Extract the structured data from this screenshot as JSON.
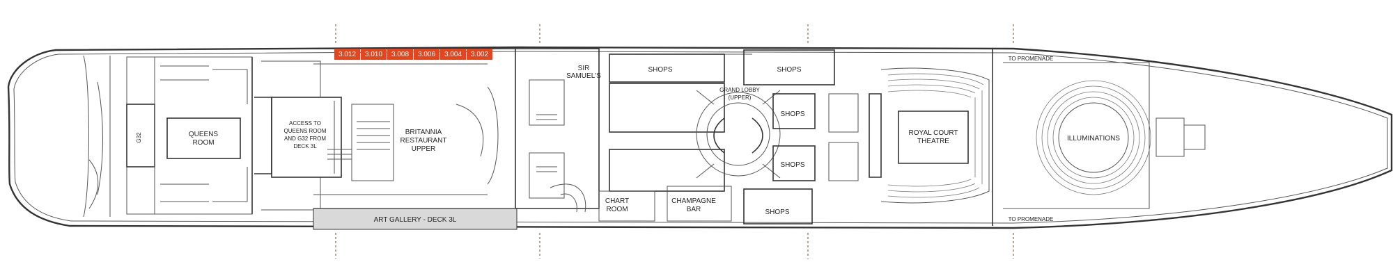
{
  "colors": {
    "cabin": "#e3451f",
    "gallery": "#d9d9d9",
    "outline": "#333333",
    "tick": "#8a6a48"
  },
  "cabins": [
    "3.012",
    "3.010",
    "3.008",
    "3.006",
    "3.004",
    "3.002"
  ],
  "labels": {
    "queens_room": [
      "QUEENS",
      "ROOM"
    ],
    "g32": "G32",
    "access": [
      "ACCESS TO",
      "QUEENS ROOM",
      "AND G32 FROM",
      "DECK 3L"
    ],
    "britannia": [
      "BRITANNIA",
      "RESTAURANT",
      "UPPER"
    ],
    "art_gallery": "ART GALLERY - DECK 3L",
    "sir_samuels": [
      "SIR",
      "SAMUEL'S"
    ],
    "shops": "SHOPS",
    "grand_lobby": [
      "GRAND LOBBY",
      "(UPPER)"
    ],
    "chart_room": [
      "CHART",
      "ROOM"
    ],
    "champagne_bar": [
      "CHAMPAGNE",
      "BAR"
    ],
    "royal_court": [
      "ROYAL COURT",
      "THEATRE"
    ],
    "illuminations": "ILLUMINATIONS",
    "to_promenade": "TO PROMENADE"
  }
}
